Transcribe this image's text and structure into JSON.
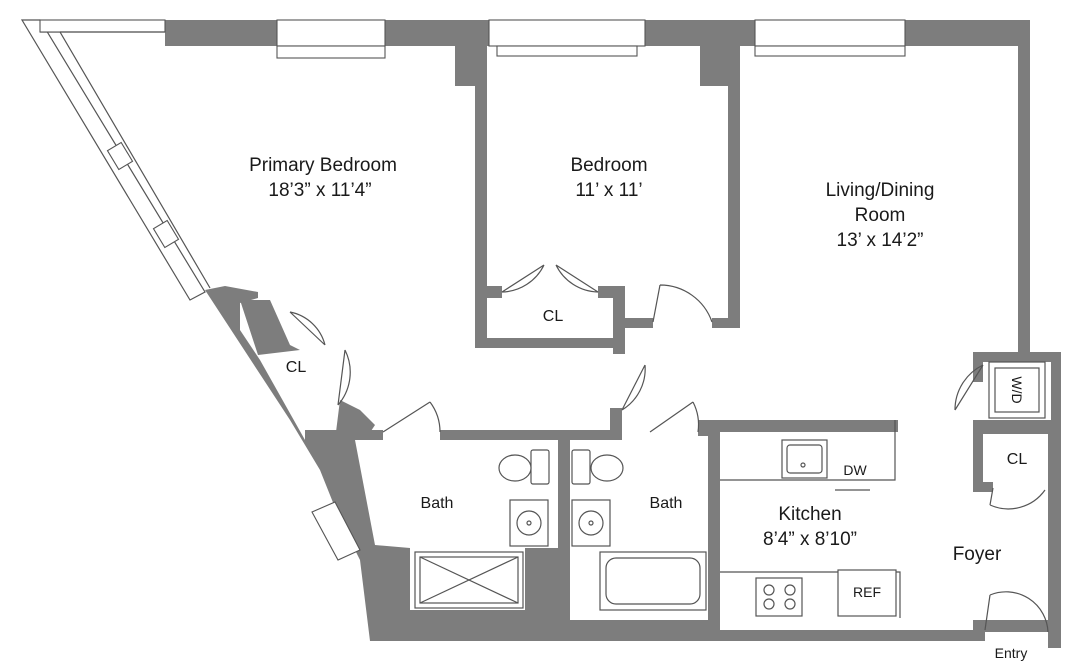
{
  "rooms": {
    "primary_bedroom": {
      "name": "Primary Bedroom",
      "size": "18’3” x 11’4”"
    },
    "bedroom": {
      "name": "Bedroom",
      "size": "11’ x 11’"
    },
    "living": {
      "name_line1": "Living/Dining",
      "name_line2": "Room",
      "size": "13’ x 14’2”"
    },
    "kitchen": {
      "name": "Kitchen",
      "size": "8’4” x 8’10”"
    },
    "foyer": {
      "name": "Foyer"
    },
    "bath_left": {
      "name": "Bath"
    },
    "bath_right": {
      "name": "Bath"
    }
  },
  "closets": {
    "primary": "CL",
    "bedroom": "CL",
    "foyer": "CL"
  },
  "appliances": {
    "dishwasher": "DW",
    "refrigerator": "REF",
    "washer_dryer": "W/D"
  },
  "entry_label": "Entry"
}
